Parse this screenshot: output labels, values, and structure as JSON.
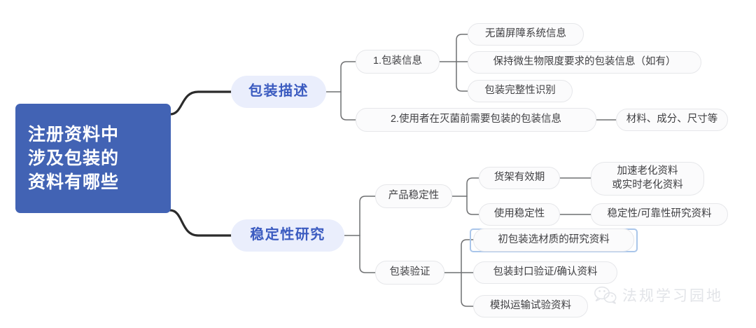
{
  "diagram": {
    "type": "mindmap",
    "title": "注册资料中涉及包装的资料有哪些",
    "direction": "left-to-right",
    "colors": {
      "root_fill": "#4263b4",
      "root_text": "#ffffff",
      "branch_fill": "#eaeefc",
      "branch_text": "#3b5bc0",
      "leaf_fill": "#fbfbfc",
      "leaf_border": "#e6e7ea",
      "leaf_text": "#3f3f42",
      "root_link": "#2b2b2b",
      "link": "#6f7072",
      "selection_border": "#aac6ea",
      "watermark": "#e2e4e8"
    }
  },
  "root": {
    "label": "注册资料中\n涉及包装的\n资料有哪些"
  },
  "branches": [
    {
      "label": "包装描述",
      "children": [
        {
          "label": "1.包装信息",
          "children": [
            {
              "label": "无菌屏障系统信息"
            },
            {
              "label": "保持微生物限度要求的包装信息（如有）"
            },
            {
              "label": "包装完整性识别"
            }
          ]
        },
        {
          "label": "2.使用者在灭菌前需要包装的包装信息",
          "children": [
            {
              "label": "材料、成分、尺寸等"
            }
          ]
        }
      ]
    },
    {
      "label": "稳定性研究",
      "children": [
        {
          "label": "产品稳定性",
          "children": [
            {
              "label": "货架有效期",
              "children": [
                {
                  "label": "加速老化资料\n或实时老化资料"
                }
              ]
            },
            {
              "label": "使用稳定性",
              "children": [
                {
                  "label": "稳定性/可靠性研究资料"
                }
              ]
            }
          ]
        },
        {
          "label": "包装验证",
          "children": [
            {
              "label": "初包装选材质的研究资料",
              "selected": true
            },
            {
              "label": "包装封口验证/确认资料"
            },
            {
              "label": "模拟运输试验资料"
            }
          ]
        }
      ]
    }
  ],
  "watermark": {
    "icon": "wechat-icon",
    "label": "法规学习园地"
  }
}
